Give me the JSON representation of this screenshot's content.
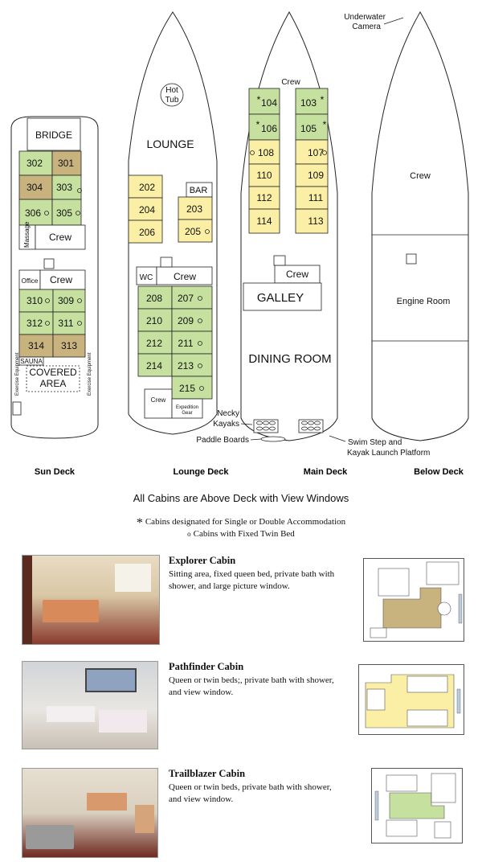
{
  "annotations": {
    "underwater_camera": [
      "Underwater",
      "Camera"
    ],
    "necky_kayaks": [
      "Necky",
      "Kayaks"
    ],
    "paddle_boards": "Paddle Boards",
    "swim_step": [
      "Swim Step and",
      "Kayak Launch Platform"
    ]
  },
  "decks": {
    "sun": {
      "label": "Sun Deck",
      "bridge": "BRIDGE",
      "cabins": [
        "302",
        "301",
        "304",
        "303",
        "306",
        "305",
        "310",
        "309",
        "312",
        "311",
        "314",
        "313"
      ],
      "massage": "Massage",
      "crew1": "Crew",
      "office": "Office",
      "crew2": "Crew",
      "sauna": "SAUNA",
      "covered_area": [
        "COVERED",
        "AREA"
      ],
      "exercise": "Exercise Equipment"
    },
    "lounge": {
      "label": "Lounge Deck",
      "hot_tub": [
        "Hot",
        "Tub"
      ],
      "lounge": "LOUNGE",
      "bar": "BAR",
      "cabins": [
        "202",
        "204",
        "206",
        "203",
        "205",
        "208",
        "207",
        "210",
        "209",
        "212",
        "211",
        "214",
        "213",
        "215"
      ],
      "wc": "WC",
      "crew1": "Crew",
      "crew2": "Crew",
      "expedition_gear": [
        "Expedition",
        "Gear"
      ]
    },
    "main": {
      "label": "Main Deck",
      "crew_top": "Crew",
      "cabins": [
        "104",
        "103",
        "106",
        "105",
        "108",
        "107",
        "110",
        "109",
        "112",
        "111",
        "114",
        "113"
      ],
      "crew": "Crew",
      "galley": "GALLEY",
      "dining_room": "DINING ROOM"
    },
    "below": {
      "label": "Below Deck",
      "crew": "Crew",
      "engine_room": "Engine Room"
    }
  },
  "legend": {
    "title": "All Cabins are Above Deck with View Windows",
    "single_symbol": "*",
    "single_text": "Cabins designated for Single or Double Accommodation",
    "twin_symbol": "o",
    "twin_text": "Cabins with Fixed Twin Bed"
  },
  "cabin_types": [
    {
      "name": "Explorer Cabin",
      "description": "Sitting area, fixed queen bed, private bath with shower, and large picture window."
    },
    {
      "name": "Pathfinder Cabin",
      "description": "Queen or twin beds;, private bath with shower, and view window."
    },
    {
      "name": "Trailblazer Cabin",
      "description": "Queen or twin beds, private bath with shower, and view window."
    }
  ],
  "colors": {
    "green": "#c6e0a0",
    "tan": "#c8b27e",
    "yellow": "#fbefa6",
    "ink": "#222222"
  }
}
